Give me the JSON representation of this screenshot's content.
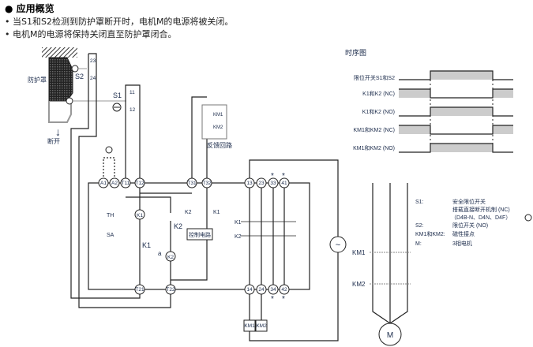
{
  "heading": "● 应用概览",
  "bullets": [
    "• 当S1和S2检测到防护罩断开时，电机M的电源将被关闭。",
    "• 电机M的电源将保持关闭直至防护罩闭合。"
  ],
  "guard": {
    "label": "防护罩",
    "open_label": "断开",
    "s1": "S1",
    "s2": "S2",
    "t11": "11",
    "t12": "12",
    "t23": "23",
    "t24": "24"
  },
  "feedback": {
    "label": "反馈回路",
    "km1": "KM1",
    "km2": "KM2"
  },
  "terminals_top": [
    "A1",
    "A2",
    "T11",
    "T12",
    "T31",
    "T32",
    "13",
    "23",
    "33",
    "41"
  ],
  "terminals_bottom": [
    "T21",
    "T22",
    "14",
    "24",
    "34",
    "42"
  ],
  "internal": {
    "th": "TH",
    "sa": "SA",
    "k1": "K1",
    "k2": "K2",
    "a": "a",
    "control": "控制电路",
    "k1_contact": "K1",
    "k2_contact": "K2",
    "asterisk": "*"
  },
  "outputs": {
    "km1": "KM1",
    "km2": "KM2"
  },
  "motor": {
    "km1": "KM1",
    "km2": "KM2",
    "m": "M"
  },
  "timing": {
    "title": "时序图",
    "rows": [
      {
        "label": "限位开关S1和S2",
        "pattern": "low-high-low"
      },
      {
        "label": "K1和K2 (NC)",
        "pattern": "high-low-high"
      },
      {
        "label": "K1和K2 (NO)",
        "pattern": "low-high-low"
      },
      {
        "label": "KM1和KM2 (NC)",
        "pattern": "high-low-high"
      },
      {
        "label": "KM1和KM2 (NO)",
        "pattern": "low-high-low"
      }
    ]
  },
  "legend": [
    {
      "key": "S1:",
      "value": "安全限位开关"
    },
    {
      "key": "",
      "value": "搭载直接断开机制 (NC)"
    },
    {
      "key": "",
      "value": "（D4B-N、D4N、D4F）"
    },
    {
      "key": "S2:",
      "value": "限位开关 (NO)"
    },
    {
      "key": "KM1和KM2:",
      "value": "磁性接点"
    },
    {
      "key": "M:",
      "value": "3相电机"
    }
  ],
  "colors": {
    "accent": "#c87820",
    "fill": "#cccccc",
    "text": "#1a2a4a"
  }
}
